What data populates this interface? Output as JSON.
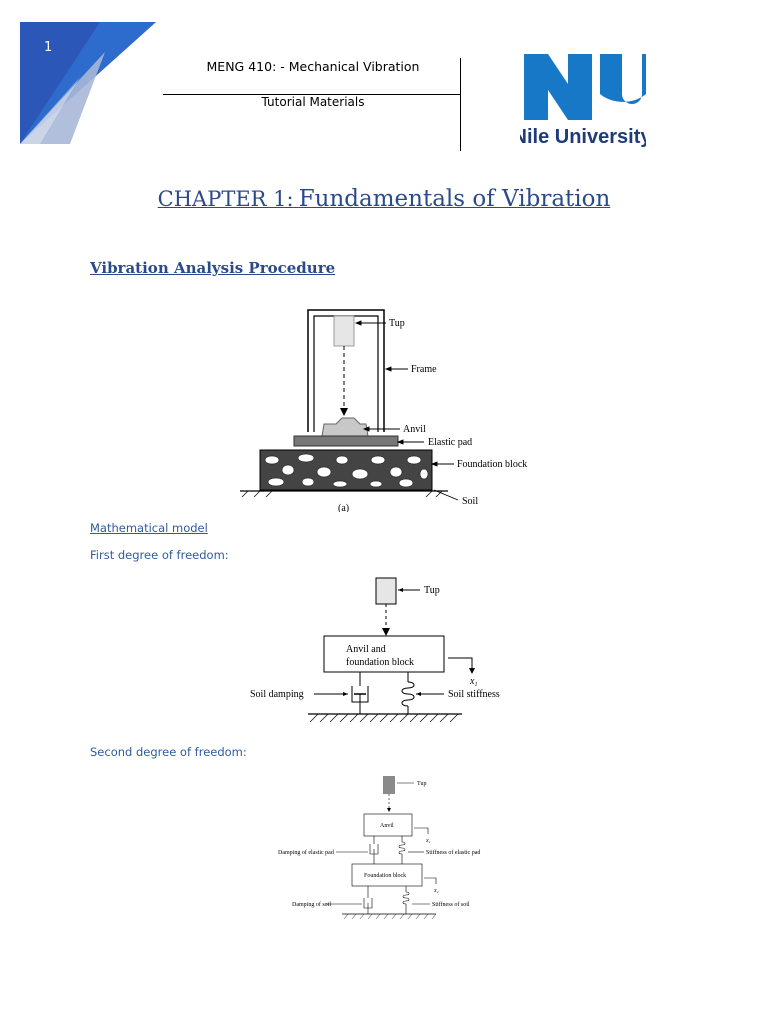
{
  "header": {
    "page_number": "1",
    "course_title": "MENG 410: - Mechanical Vibration",
    "subtitle": "Tutorial Materials",
    "logo_text": "Nile University",
    "colors": {
      "accent": "#2b4a8b",
      "logo_blue": "#1878c8",
      "logo_navy": "#1f3a78"
    }
  },
  "chapter": {
    "prefix": "CHAPTER 1:",
    "title": "Fundamentals of Vibration"
  },
  "section_title": "Vibration Analysis Procedure",
  "figure1": {
    "labels": {
      "tup": "Tup",
      "frame": "Frame",
      "anvil": "Anvil",
      "pad": "Elastic pad",
      "block": "Foundation block",
      "soil": "Soil",
      "caption": "(a)"
    }
  },
  "math_model": {
    "heading": "Mathematical model",
    "first_dof": "First degree of freedom:",
    "second_dof": "Second degree of freedom:"
  },
  "figure2": {
    "labels": {
      "tup": "Tup",
      "block_line1": "Anvil and",
      "block_line2": "foundation block",
      "x1": "x",
      "x1_sub": "1",
      "damping": "Soil damping",
      "stiffness": "Soil stiffness"
    }
  },
  "figure3": {
    "labels": {
      "tup": "Tup",
      "anvil": "Anvil",
      "x1": "x₁",
      "damping_pad": "Damping of elastic pad",
      "stiffness_pad": "Stiffness of elastic pad",
      "block": "Foundation block",
      "x2": "x₂",
      "damping_soil": "Damping of soil",
      "stiffness_soil": "Stiffness of soil"
    }
  }
}
